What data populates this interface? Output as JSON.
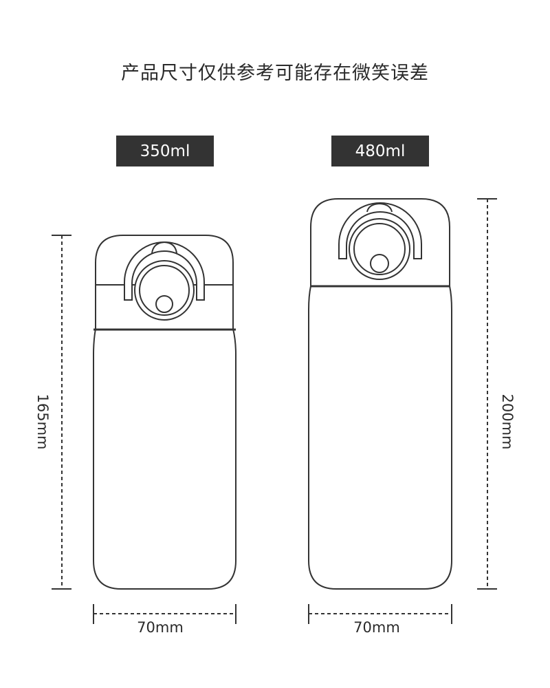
{
  "title": "产品尺寸仅供参考可能存在微笑误差",
  "bottles": [
    {
      "capacity": "350ml",
      "height": "165mm",
      "width": "70mm"
    },
    {
      "capacity": "480ml",
      "height": "200mm",
      "width": "70mm"
    }
  ],
  "colors": {
    "label_bg": "#333333",
    "line": "#333333"
  }
}
